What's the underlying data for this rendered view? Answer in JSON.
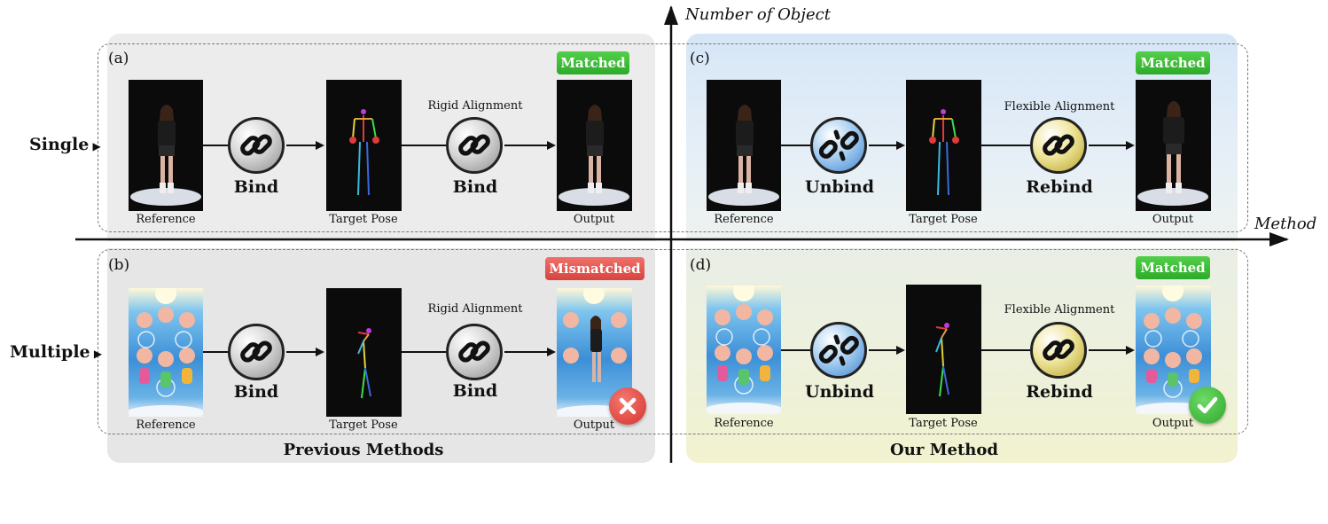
{
  "axes": {
    "vertical_label": "Number of Object",
    "horizontal_label": "Method"
  },
  "rows": {
    "single_label": "Single",
    "multiple_label": "Multiple"
  },
  "sections": {
    "previous_title": "Previous Methods",
    "ours_title": "Our Method"
  },
  "panels": {
    "a": {
      "letter": "(a)",
      "status": "Matched",
      "status_color": "#2eaa2a",
      "reference_caption": "Reference",
      "pose_caption": "Target Pose",
      "output_caption": "Output",
      "first_op": "Bind",
      "second_op": "Bind",
      "alignment": "Rigid Alignment"
    },
    "b": {
      "letter": "(b)",
      "status": "Mismatched",
      "status_color": "#d8443e",
      "reference_caption": "Reference",
      "pose_caption": "Target Pose",
      "output_caption": "Output",
      "first_op": "Bind",
      "second_op": "Bind",
      "alignment": "Rigid Alignment",
      "result_icon": "x-mark-icon"
    },
    "c": {
      "letter": "(c)",
      "status": "Matched",
      "status_color": "#2eaa2a",
      "reference_caption": "Reference",
      "pose_caption": "Target Pose",
      "output_caption": "Output",
      "first_op": "Unbind",
      "second_op": "Rebind",
      "alignment": "Flexible Alignment"
    },
    "d": {
      "letter": "(d)",
      "status": "Matched",
      "status_color": "#2eaa2a",
      "reference_caption": "Reference",
      "pose_caption": "Target Pose",
      "output_caption": "Output",
      "first_op": "Unbind",
      "second_op": "Rebind",
      "alignment": "Flexible Alignment",
      "result_icon": "check-mark-icon"
    }
  },
  "colors": {
    "matched": "#2eaa2a",
    "mismatched": "#d8443e",
    "bind_icon": "#9a9a9a",
    "unbind_icon": "#3f86d2",
    "rebind_icon": "#b6a32a"
  }
}
